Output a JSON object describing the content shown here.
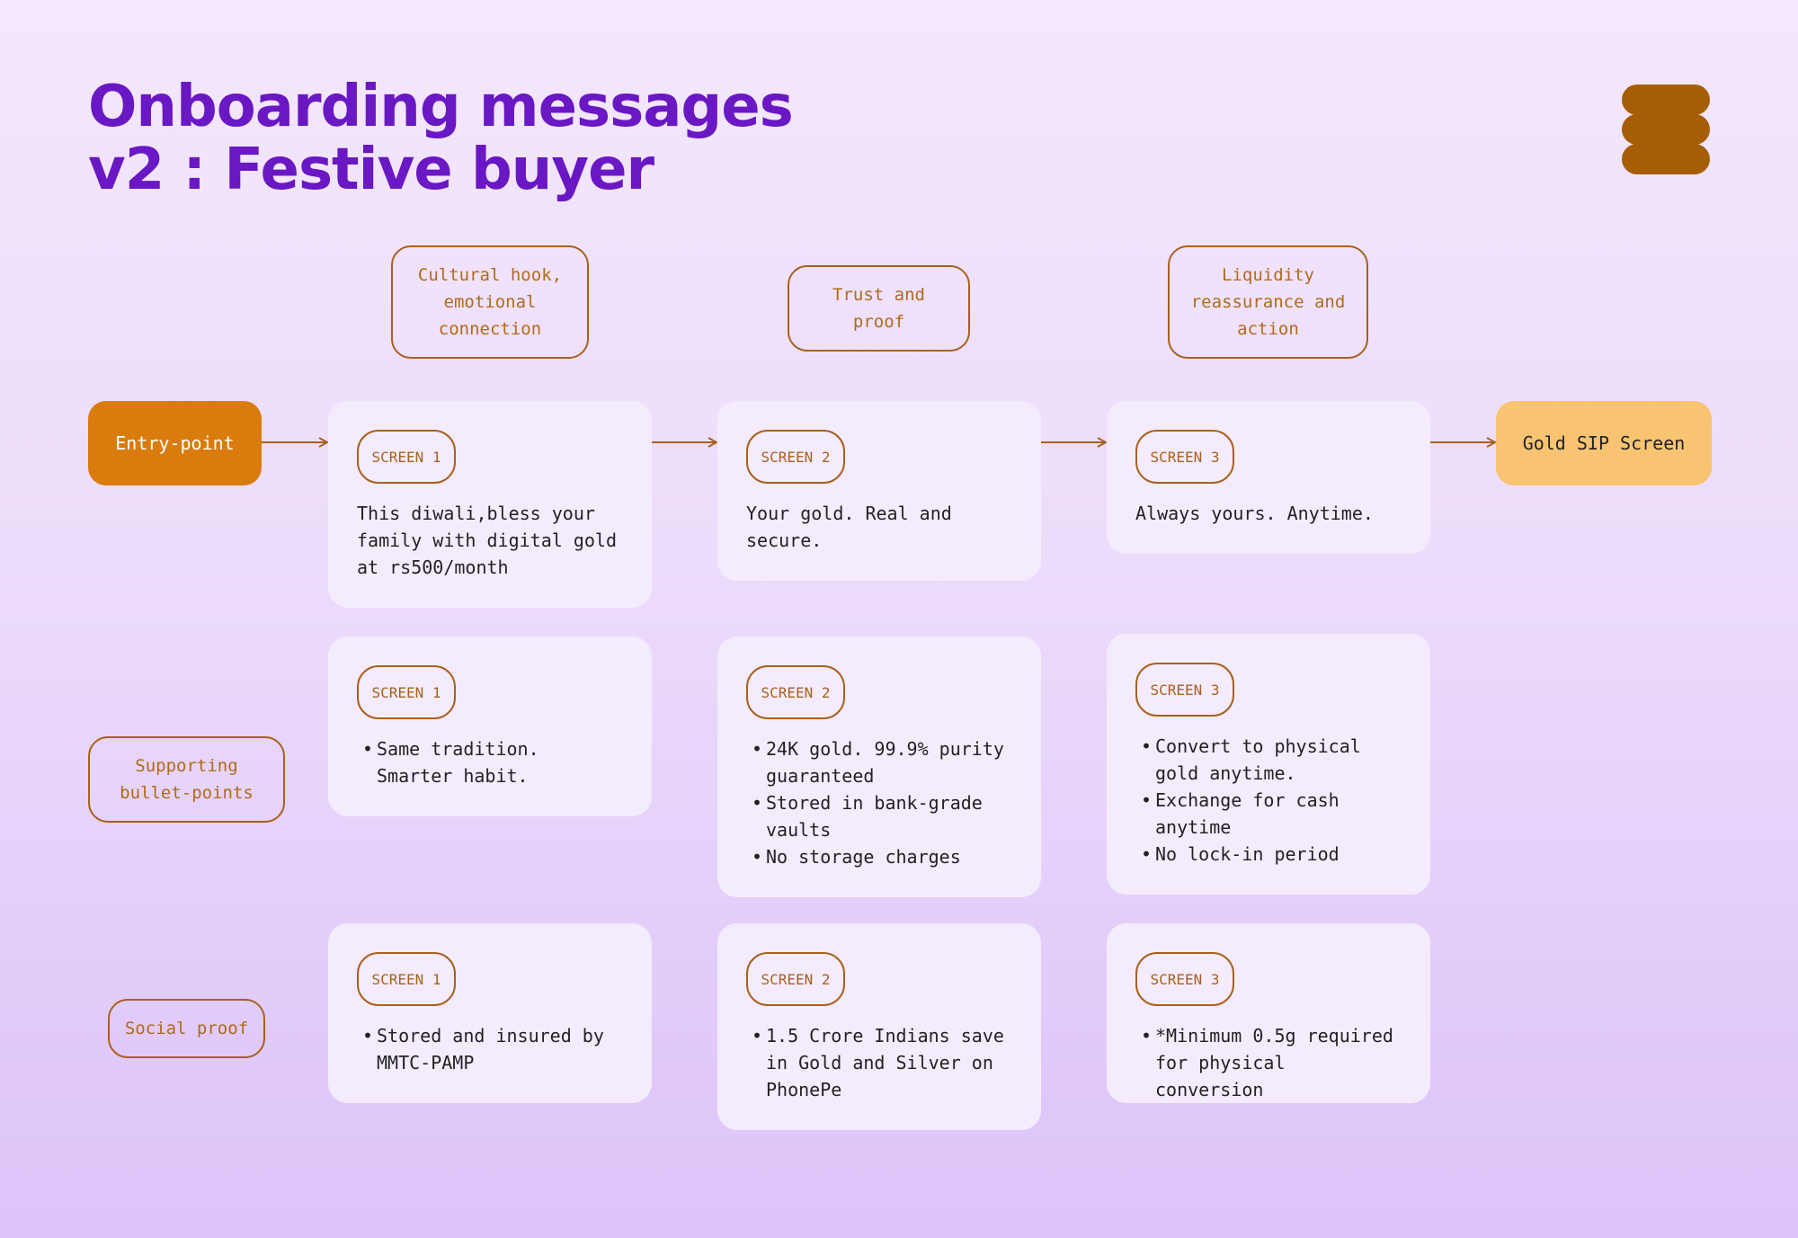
{
  "title": {
    "line1": "Onboarding messages",
    "line2": "v2 : Festive buyer"
  },
  "logo": {
    "icon": "stacked-coins-logo-icon",
    "color": "#a65e05"
  },
  "columns": [
    {
      "header": "Cultural hook,\nemotional\nconnection"
    },
    {
      "header": "Trust and\nproof"
    },
    {
      "header": "Liquidity\nreassurance and\naction"
    }
  ],
  "flow": {
    "entry": "Entry-point",
    "exit": "Gold SIP Screen"
  },
  "rows": [
    {
      "label": ""
    },
    {
      "label": "Supporting\nbullet-points"
    },
    {
      "label": "Social proof"
    }
  ],
  "cards": {
    "main": [
      {
        "tag": "SCREEN 1",
        "text": "This diwali,bless your family with digital gold at rs500/month"
      },
      {
        "tag": "SCREEN 2",
        "text": "Your gold. Real and secure."
      },
      {
        "tag": "SCREEN 3",
        "text": "Always yours. Anytime."
      }
    ],
    "bullets": [
      {
        "tag": "SCREEN 1",
        "items": [
          "Same tradition. Smarter habit."
        ]
      },
      {
        "tag": "SCREEN 2",
        "items": [
          "24K gold. 99.9% purity guaranteed",
          "Stored in bank-grade vaults",
          "No storage charges"
        ]
      },
      {
        "tag": "SCREEN 3",
        "items": [
          "Convert to physical gold anytime.",
          "Exchange for cash anytime",
          "No lock-in period"
        ]
      }
    ],
    "social": [
      {
        "tag": "SCREEN 1",
        "items": [
          "Stored and insured by MMTC-PAMP"
        ]
      },
      {
        "tag": "SCREEN 2",
        "items": [
          "1.5 Crore Indians save in Gold and Silver on PhonePe"
        ]
      },
      {
        "tag": "SCREEN 3",
        "items": [
          "*Minimum 0.5g required for physical conversion"
        ]
      }
    ]
  },
  "colors": {
    "title": "#6a17c4",
    "accent": "#a8601e",
    "entry": "#d97c0d",
    "exit": "#f9c472",
    "card": "#f4ecfd"
  }
}
